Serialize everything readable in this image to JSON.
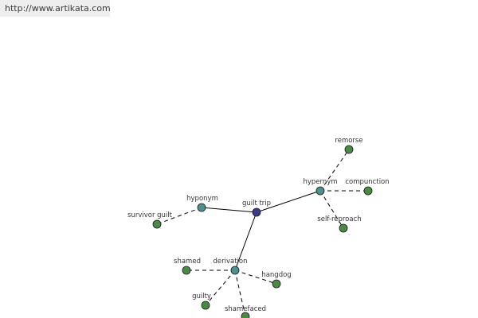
{
  "header": {
    "url": "http://www.artikata.com"
  },
  "graph": {
    "colors": {
      "center": "#3a3a8c",
      "relation": "#4e8f8f",
      "term": "#4a8a44",
      "edge": "#000000"
    },
    "nodes": [
      {
        "id": "guilt-trip",
        "label": "guilt trip",
        "kind": "center"
      },
      {
        "id": "hyponym",
        "label": "hyponym",
        "kind": "relation"
      },
      {
        "id": "hypernym",
        "label": "hypernym",
        "kind": "relation"
      },
      {
        "id": "derivation",
        "label": "derivation",
        "kind": "relation"
      },
      {
        "id": "survivor-guilt",
        "label": "survivor guilt",
        "kind": "term"
      },
      {
        "id": "remorse",
        "label": "remorse",
        "kind": "term"
      },
      {
        "id": "compunction",
        "label": "compunction",
        "kind": "term"
      },
      {
        "id": "self-reproach",
        "label": "self-reproach",
        "kind": "term"
      },
      {
        "id": "shamed",
        "label": "shamed",
        "kind": "term"
      },
      {
        "id": "hangdog",
        "label": "hangdog",
        "kind": "term"
      },
      {
        "id": "guilty",
        "label": "guilty",
        "kind": "term"
      },
      {
        "id": "shamefaced",
        "label": "shamefaced",
        "kind": "term"
      }
    ],
    "edges": [
      {
        "from": "guilt-trip",
        "to": "hyponym",
        "style": "solid"
      },
      {
        "from": "guilt-trip",
        "to": "hypernym",
        "style": "solid"
      },
      {
        "from": "guilt-trip",
        "to": "derivation",
        "style": "solid"
      },
      {
        "from": "hyponym",
        "to": "survivor-guilt",
        "style": "dashed"
      },
      {
        "from": "hypernym",
        "to": "remorse",
        "style": "dashed"
      },
      {
        "from": "hypernym",
        "to": "compunction",
        "style": "dashed"
      },
      {
        "from": "hypernym",
        "to": "self-reproach",
        "style": "dashed"
      },
      {
        "from": "derivation",
        "to": "shamed",
        "style": "dashed"
      },
      {
        "from": "derivation",
        "to": "hangdog",
        "style": "dashed"
      },
      {
        "from": "derivation",
        "to": "guilty",
        "style": "dashed"
      },
      {
        "from": "derivation",
        "to": "shamefaced",
        "style": "dashed"
      }
    ]
  }
}
